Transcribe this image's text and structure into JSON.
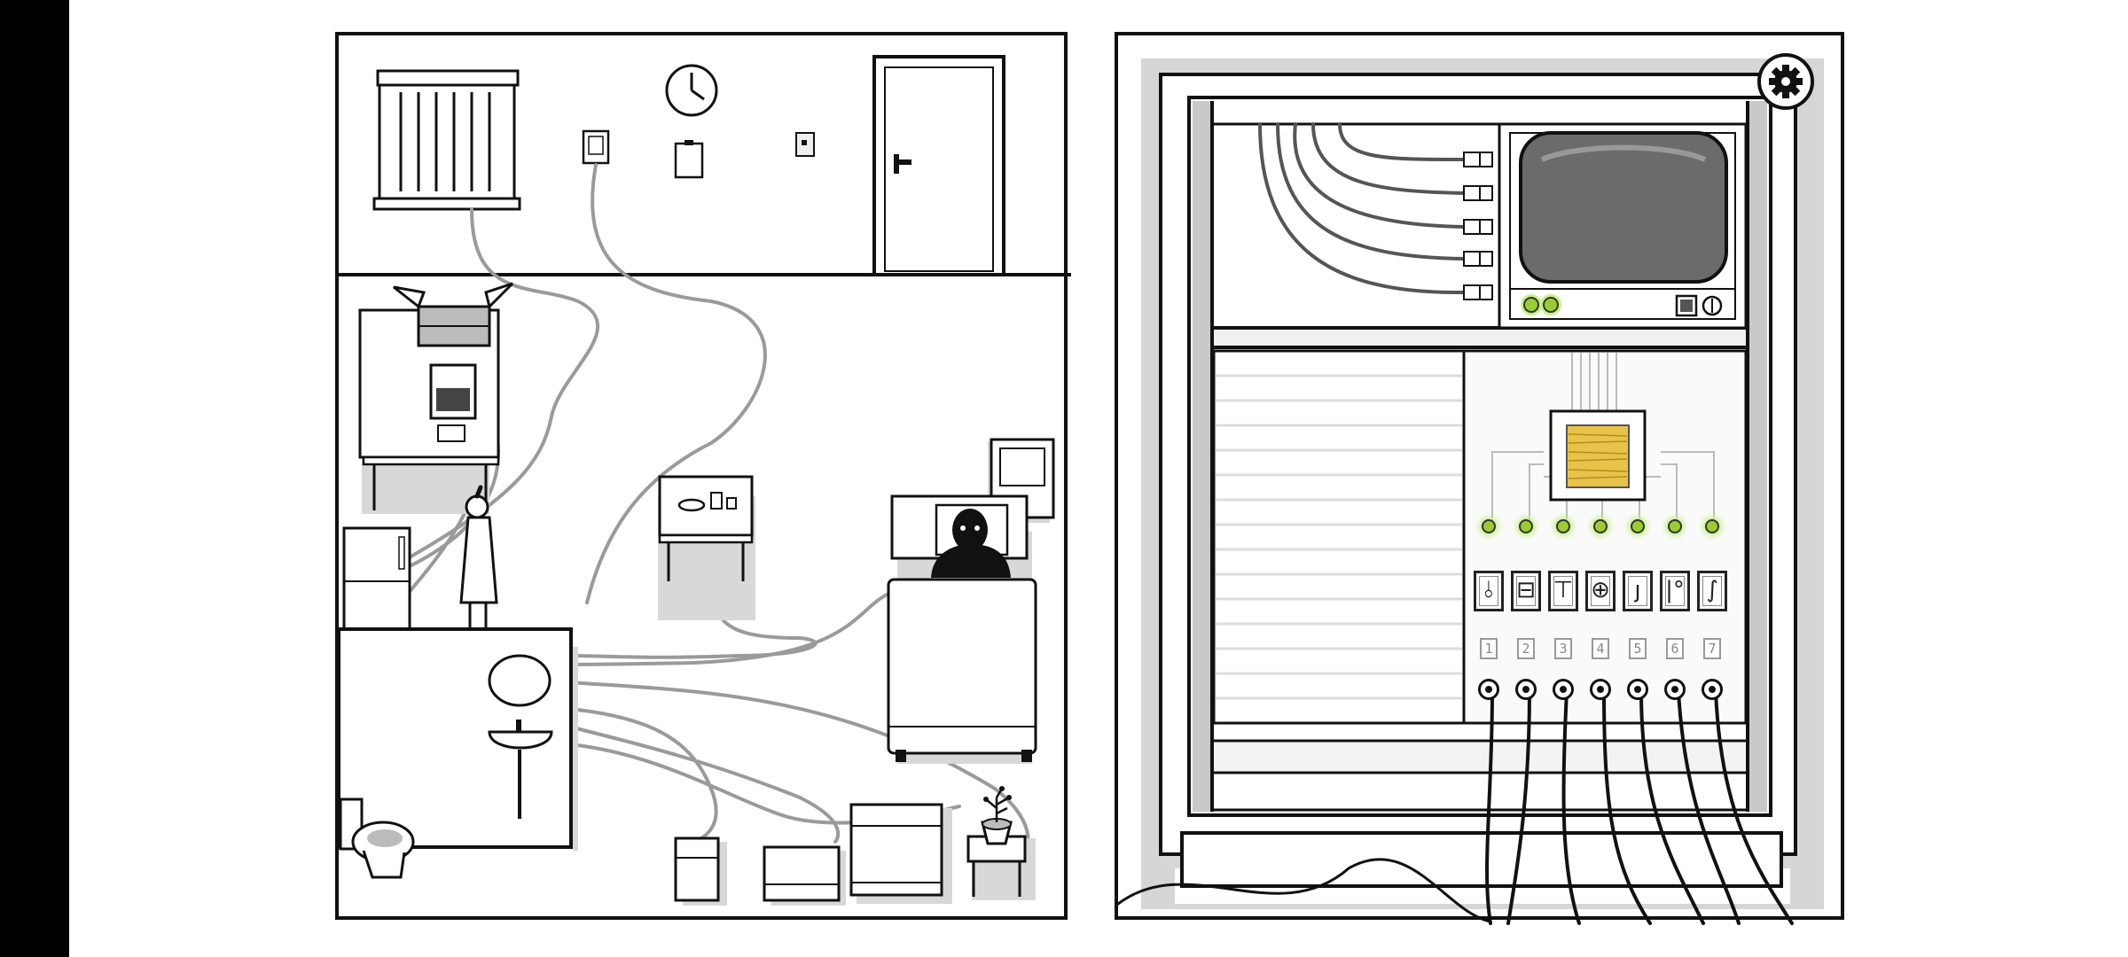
{
  "game": {
    "left_panel": "room",
    "right_panel": "machine",
    "settings_icon": "gear-icon",
    "colors": {
      "accent_led": "#9acd32",
      "led_glow": "#c8f08a",
      "screen": "#6b6b6b",
      "sensor_yellow": "#e8c34a",
      "wire_gray": "#9a9a9a",
      "shadow_gray": "#d0d0d0"
    }
  },
  "machine": {
    "slot_numbers": [
      "1",
      "2",
      "3",
      "4",
      "5",
      "6",
      "7"
    ],
    "symbols": [
      "⫰",
      "⊟",
      "⊤",
      "⊕",
      "ȷ",
      "|°",
      "∫"
    ],
    "monitor_lights": 2,
    "cable_ports": 5
  }
}
